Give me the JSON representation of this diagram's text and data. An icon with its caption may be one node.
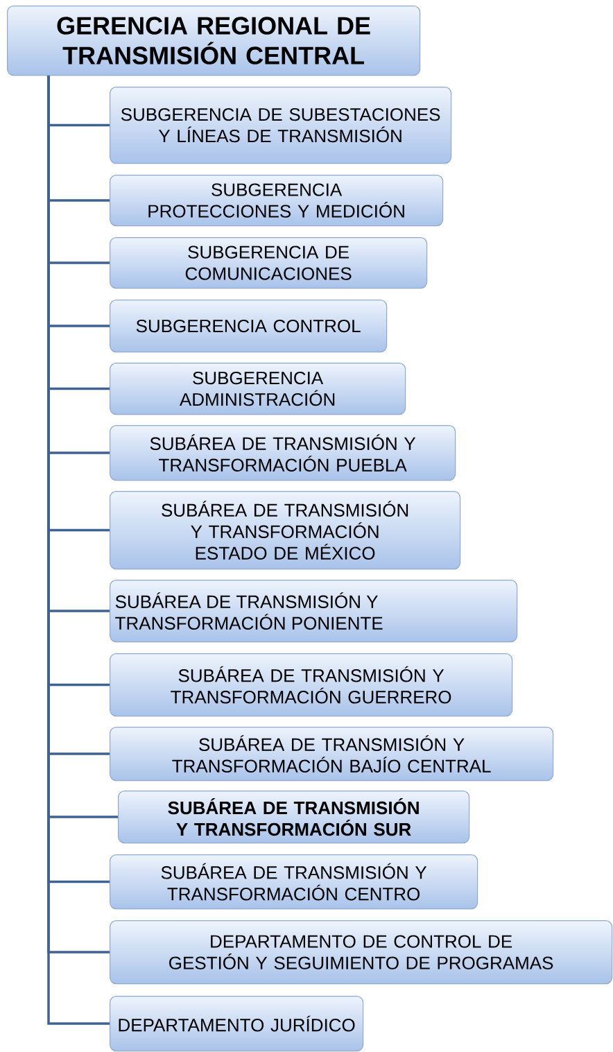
{
  "diagram": {
    "nodes": [
      {
        "text": [
          "GERENCIA REGIONAL DE TRANSMISIÓN CENTRAL"
        ]
      },
      {
        "text": [
          "SUBGERENCIA DE SUBESTACIONES Y LÍNEAS DE TRANSMISIÓN"
        ]
      },
      {
        "text": [
          "SUBGERENCIA PROTECCIONES Y MEDICIÓN"
        ]
      },
      {
        "text": [
          "SUBGERENCIA DE COMUNICACIONES"
        ]
      },
      {
        "text": [
          "SUBGERENCIA CONTROL"
        ]
      },
      {
        "text": [
          "SUBGERENCIA ADMINISTRACIÓN"
        ]
      },
      {
        "text": [
          "SUBÁREA DE TRANSMISIÓN Y TRANSFORMACIÓN PUEBLA"
        ]
      },
      {
        "text": [
          "SUBÁREA DE TRANSMISIÓN Y TRANSFORMACIÓN ESTADO DE MÉXICO"
        ]
      },
      {
        "text": [
          "SUBÁREA DE TRANSMISIÓN Y TRANSFORMACIÓN PONIENTE"
        ]
      },
      {
        "text": [
          "SUBÁREA DE TRANSMISIÓN Y TRANSFORMACIÓN GUERRERO"
        ]
      },
      {
        "text": [
          "SUBÁREA DE TRANSMISIÓN Y TRANSFORMACIÓN BAJÍO CENTRAL"
        ]
      },
      {
        "text": [
          "SUBÁREA DE TRANSMISIÓN Y TRANSFORMACIÓN SUR"
        ]
      },
      {
        "text": [
          "SUBÁREA DE TRANSMISIÓN Y TRANSFORMACIÓN CENTRO"
        ]
      },
      {
        "text": [
          "DEPARTAMENTO DE CONTROL DE GESTIÓN Y SEGUIMIENTO DE PROGRAMAS"
        ]
      },
      {
        "text": [
          "DEPARTAMENTO JURÍDICO"
        ]
      }
    ],
    "edges": [
      {
        "from": 0,
        "to": 1,
        "arrow": "none"
      },
      {
        "from": 0,
        "to": 2,
        "arrow": "none"
      },
      {
        "from": 0,
        "to": 3,
        "arrow": "none"
      },
      {
        "from": 0,
        "to": 4,
        "arrow": "none"
      },
      {
        "from": 0,
        "to": 5,
        "arrow": "none"
      },
      {
        "from": 0,
        "to": 6,
        "arrow": "none"
      },
      {
        "from": 0,
        "to": 7,
        "arrow": "none"
      },
      {
        "from": 0,
        "to": 8,
        "arrow": "none"
      },
      {
        "from": 0,
        "to": 9,
        "arrow": "none"
      },
      {
        "from": 0,
        "to": 10,
        "arrow": "none"
      },
      {
        "from": 0,
        "to": 11,
        "arrow": "none"
      },
      {
        "from": 0,
        "to": 12,
        "arrow": "none"
      },
      {
        "from": 0,
        "to": 13,
        "arrow": "none"
      },
      {
        "from": 0,
        "to": 14,
        "arrow": "none"
      }
    ]
  }
}
